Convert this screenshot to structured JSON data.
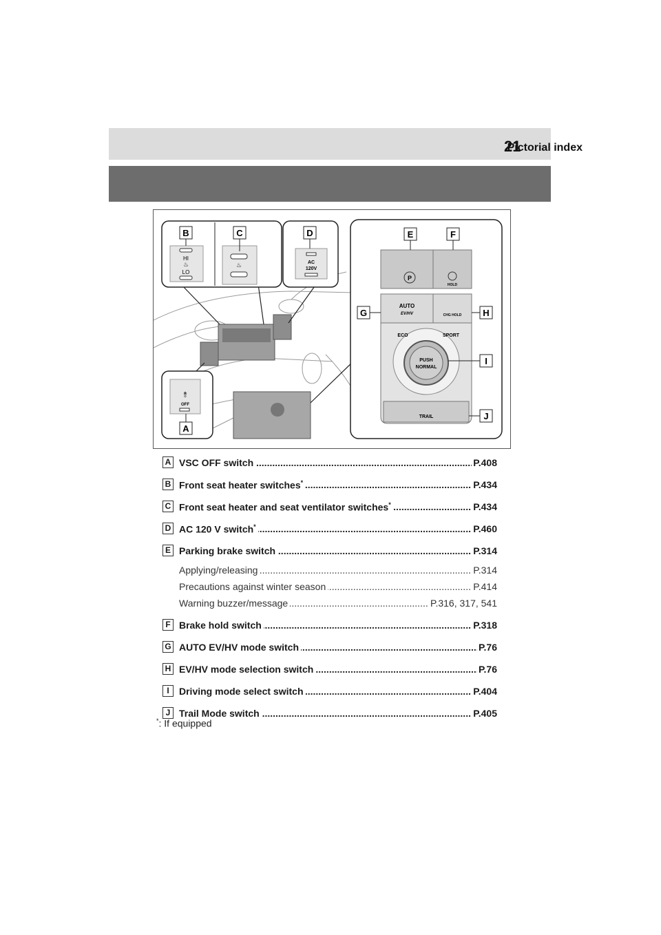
{
  "header": {
    "section_title": "Pictorial index",
    "page_number": "21"
  },
  "figure": {
    "callouts": [
      "A",
      "B",
      "C",
      "D",
      "E",
      "F",
      "G",
      "H",
      "I",
      "J"
    ],
    "labels": {
      "hi": "HI",
      "lo": "LO",
      "off": "OFF",
      "ac": "AC",
      "v120": "120V",
      "hold": "HOLD",
      "auto": "AUTO",
      "evhv": "EV/HV",
      "chg_hold": "CHG HOLD",
      "eco": "ECO",
      "sport": "SPORT",
      "push": "PUSH",
      "normal": "NORMAL",
      "trail": "TRAIL"
    }
  },
  "entries": [
    {
      "letter": "A",
      "title": "VSC OFF switch",
      "asterisk": "",
      "page": "P.408"
    },
    {
      "letter": "B",
      "title": "Front seat heater switches",
      "asterisk": "*",
      "page": "P.434"
    },
    {
      "letter": "C",
      "title": "Front seat heater and seat ventilator switches",
      "asterisk": "*",
      "page": "P.434"
    },
    {
      "letter": "D",
      "title": "AC 120 V switch",
      "asterisk": "*",
      "page": "P.460"
    },
    {
      "letter": "E",
      "title": "Parking brake switch",
      "asterisk": "",
      "page": "P.314"
    },
    {
      "letter": "F",
      "title": "Brake hold switch",
      "asterisk": "",
      "page": "P.318"
    },
    {
      "letter": "G",
      "title": "AUTO EV/HV mode switch",
      "asterisk": "",
      "page": "P.76"
    },
    {
      "letter": "H",
      "title": "EV/HV mode selection switch",
      "asterisk": "",
      "page": "P.76"
    },
    {
      "letter": "I",
      "title": "Driving mode select switch",
      "asterisk": "",
      "page": "P.404"
    },
    {
      "letter": "J",
      "title": "Trail Mode switch",
      "asterisk": "",
      "page": "P.405"
    }
  ],
  "sub_entries_E": [
    {
      "title": "Applying/releasing",
      "page": "P.314"
    },
    {
      "title": "Precautions against winter season",
      "page": "P.414"
    },
    {
      "title": "Warning buzzer/message",
      "page": "P.316, 317, 541"
    }
  ],
  "footnote": {
    "mark": "*",
    "text": ": If equipped"
  },
  "leader_dots": "........................................................................................................................................................"
}
